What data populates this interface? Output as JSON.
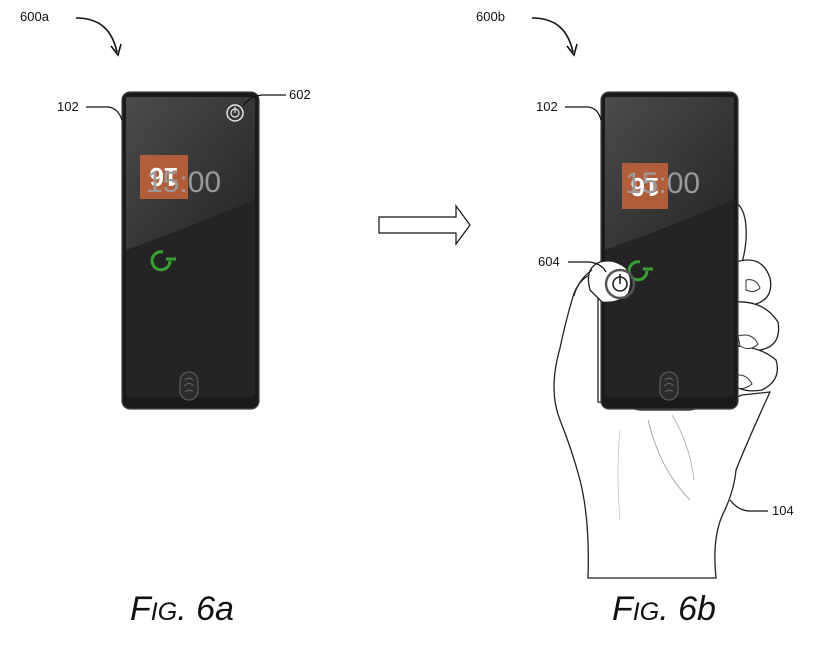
{
  "figure_a": {
    "ref_label": "600a",
    "device_label": "102",
    "power_icon_label": "602",
    "clock_time": "15:00",
    "date_badge": "16",
    "caption_prefix": "F",
    "caption_smallcaps": "IG",
    "caption_suffix": ". 6a"
  },
  "figure_b": {
    "ref_label": "600b",
    "device_label": "102",
    "power_icon_label": "604",
    "hand_label": "104",
    "clock_time": "15:00",
    "date_badge": "16",
    "caption_prefix": "F",
    "caption_smallcaps": "IG",
    "caption_suffix": ". 6b"
  },
  "colors": {
    "phone_body": "#1a1a1a",
    "screen": "#242424",
    "date_badge": "#c8643a",
    "power_accent": "#3aa033"
  }
}
